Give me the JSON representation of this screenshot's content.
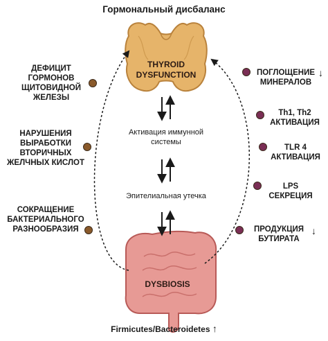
{
  "title": "Гормональный дисбаланс",
  "thyroid_label": [
    "THYROID",
    "DYSFUNCTION"
  ],
  "dysbiosis_label": "DYSBIOSIS",
  "center": {
    "immune": [
      "Активация иммунной",
      "системы"
    ],
    "leak": "Эпителиальная утечка"
  },
  "left_items": [
    {
      "lines": [
        "ДЕФИЦИТ",
        "ГОРМОНОВ",
        "ЩИТОВИДНОЙ",
        "ЖЕЛЕЗЫ"
      ]
    },
    {
      "lines": [
        "НАРУШЕНИЯ",
        "ВЫРАБОТКИ",
        "ВТОРИЧНЫХ",
        "ЖЕЛЧНЫХ КИСЛОТ"
      ]
    },
    {
      "lines": [
        "СОКРАЩЕНИЕ",
        "БАКТЕРИАЛЬНОГО",
        "РАЗНООБРАЗИЯ"
      ]
    }
  ],
  "right_items": [
    {
      "lines": [
        "ПОГЛОЩЕНИЕ",
        "МИНЕРАЛОВ"
      ],
      "arrow": "↓"
    },
    {
      "lines": [
        "Th1, Th2",
        "АКТИВАЦИЯ"
      ],
      "arrow": ""
    },
    {
      "lines": [
        "TLR 4",
        "АКТИВАЦИЯ"
      ],
      "arrow": ""
    },
    {
      "lines": [
        "LPS",
        "СЕКРЕЦИЯ"
      ],
      "arrow": ""
    },
    {
      "lines": [
        "ПРОДУКЦИЯ",
        "БУТИРАТА"
      ],
      "arrow": "↓"
    }
  ],
  "bottom": {
    "text": "Firmicutes/Bacteroidetes",
    "arrow": "↑"
  },
  "colors": {
    "left_dot": "#8a5a2b",
    "right_dot": "#7a2e55",
    "thyroid": "#e6b46a",
    "gut": "#e79a95"
  }
}
